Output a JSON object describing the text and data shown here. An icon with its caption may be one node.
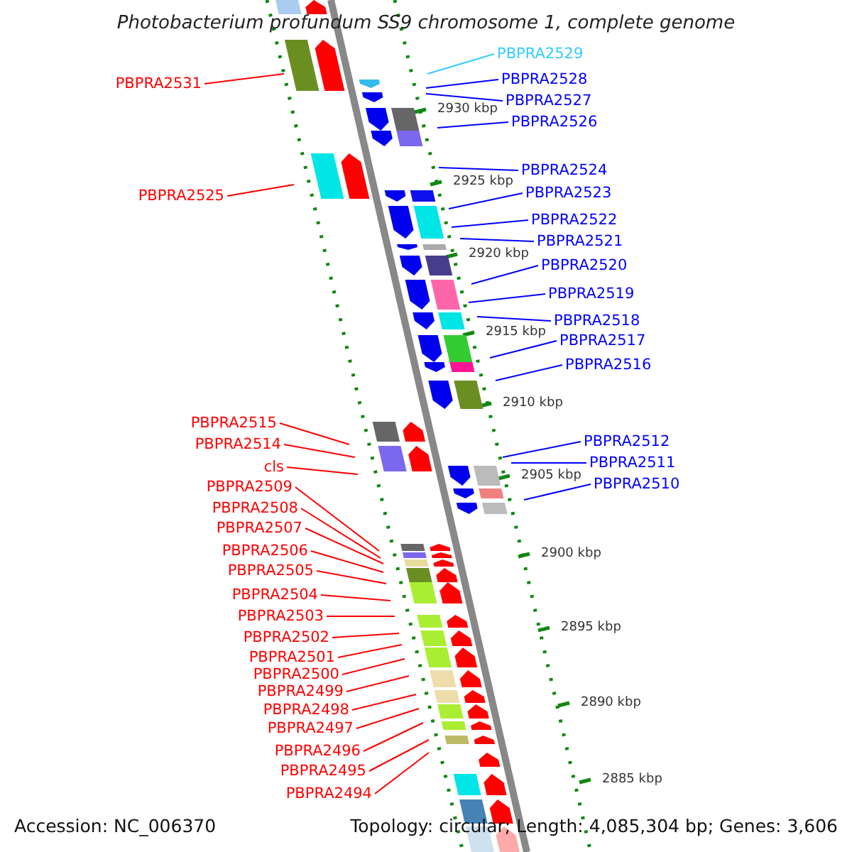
{
  "diagram": {
    "title": "Photobacterium profundum SS9 chromosome 1, complete genome",
    "nodes": [
      {
        "text": [
          "PBPRA2529"
        ]
      },
      {
        "text": [
          "PBPRA2528"
        ]
      },
      {
        "text": [
          "PBPRA2531"
        ]
      },
      {
        "text": [
          "PBPRA2527"
        ]
      },
      {
        "text": [
          "PBPRA2526"
        ]
      },
      {
        "text": [
          "PBPRA2524"
        ]
      },
      {
        "text": [
          "PBPRA2523"
        ]
      },
      {
        "text": [
          "PBPRA2525"
        ]
      },
      {
        "text": [
          "PBPRA2522"
        ]
      },
      {
        "text": [
          "PBPRA2521"
        ]
      },
      {
        "text": [
          "PBPRA2520"
        ]
      },
      {
        "text": [
          "PBPRA2519"
        ]
      },
      {
        "text": [
          "PBPRA2518"
        ]
      },
      {
        "text": [
          "PBPRA2517"
        ]
      },
      {
        "text": [
          "PBPRA2516"
        ]
      },
      {
        "text": [
          "PBPRA2515"
        ]
      },
      {
        "text": [
          "PBPRA2512"
        ]
      },
      {
        "text": [
          "PBPRA2514"
        ]
      },
      {
        "text": [
          "PBPRA2511"
        ]
      },
      {
        "text": [
          "cls"
        ]
      },
      {
        "text": [
          "PBPRA2510"
        ]
      },
      {
        "text": [
          "PBPRA2509"
        ]
      },
      {
        "text": [
          "PBPRA2508"
        ]
      },
      {
        "text": [
          "PBPRA2507"
        ]
      },
      {
        "text": [
          "PBPRA2506"
        ]
      },
      {
        "text": [
          "PBPRA2505"
        ]
      },
      {
        "text": [
          "PBPRA2504"
        ]
      },
      {
        "text": [
          "PBPRA2503"
        ]
      },
      {
        "text": [
          "PBPRA2502"
        ]
      },
      {
        "text": [
          "PBPRA2501"
        ]
      },
      {
        "text": [
          "PBPRA2500"
        ]
      },
      {
        "text": [
          "PBPRA2499"
        ]
      },
      {
        "text": [
          "PBPRA2498"
        ]
      },
      {
        "text": [
          "PBPRA2497"
        ]
      },
      {
        "text": [
          "PBPRA2496"
        ]
      },
      {
        "text": [
          "PBPRA2495"
        ]
      },
      {
        "text": [
          "PBPRA2494"
        ]
      }
    ],
    "edges": [
      {
        "from": 0,
        "to": null,
        "arrow": "none",
        "color": "#33ccff"
      },
      {
        "from": 1,
        "to": null,
        "arrow": "none",
        "color": "#0000ff"
      },
      {
        "from": 2,
        "to": null,
        "arrow": "none"
      },
      {
        "from": 3,
        "to": null,
        "arrow": "none",
        "color": "#0000ff"
      },
      {
        "from": 4,
        "to": null,
        "arrow": "none",
        "color": "#0000ff"
      },
      {
        "from": 5,
        "to": null,
        "arrow": "none",
        "color": "#0000ff"
      },
      {
        "from": 6,
        "to": null,
        "arrow": "none",
        "color": "#0000ff"
      },
      {
        "from": 7,
        "to": null,
        "arrow": "none"
      },
      {
        "from": 8,
        "to": null,
        "arrow": "none",
        "color": "#0000ff"
      },
      {
        "from": 9,
        "to": null,
        "arrow": "none",
        "color": "#0000ff"
      },
      {
        "from": 10,
        "to": null,
        "arrow": "none",
        "color": "#0000ff"
      },
      {
        "from": 11,
        "to": null,
        "arrow": "none",
        "color": "#0000ff"
      },
      {
        "from": 12,
        "to": null,
        "arrow": "none",
        "color": "#0000ff"
      },
      {
        "from": 13,
        "to": null,
        "arrow": "none",
        "color": "#0000ff"
      },
      {
        "from": 14,
        "to": null,
        "arrow": "none",
        "color": "#0000ff"
      },
      {
        "from": 15,
        "to": null,
        "arrow": "none"
      },
      {
        "from": 16,
        "to": null,
        "arrow": "none",
        "color": "#0000ff"
      },
      {
        "from": 17,
        "to": null,
        "arrow": "none"
      },
      {
        "from": 18,
        "to": null,
        "arrow": "none",
        "color": "#0000ff"
      },
      {
        "from": 19,
        "to": null,
        "arrow": "none"
      },
      {
        "from": 20,
        "to": null,
        "arrow": "none",
        "color": "#0000ff"
      },
      {
        "from": 21,
        "to": null,
        "arrow": "none"
      },
      {
        "from": 22,
        "to": null,
        "arrow": "none"
      },
      {
        "from": 23,
        "to": null,
        "arrow": "none"
      },
      {
        "from": 24,
        "to": null,
        "arrow": "none"
      },
      {
        "from": 25,
        "to": null,
        "arrow": "none"
      },
      {
        "from": 26,
        "to": null,
        "arrow": "none"
      },
      {
        "from": 27,
        "to": null,
        "arrow": "none"
      },
      {
        "from": 28,
        "to": null,
        "arrow": "none"
      },
      {
        "from": 29,
        "to": null,
        "arrow": "none"
      },
      {
        "from": 30,
        "to": null,
        "arrow": "none"
      },
      {
        "from": 31,
        "to": null,
        "arrow": "none"
      },
      {
        "from": 32,
        "to": null,
        "arrow": "none"
      },
      {
        "from": 33,
        "to": null,
        "arrow": "none"
      },
      {
        "from": 34,
        "to": null,
        "arrow": "none"
      },
      {
        "from": 35,
        "to": null,
        "arrow": "none"
      },
      {
        "from": 36,
        "to": null,
        "arrow": "none"
      }
    ],
    "labels": [
      "2930 kbp",
      "2925 kbp",
      "2920 kbp",
      "2915 kbp",
      "2910 kbp",
      "2905 kbp",
      "2900 kbp",
      "2895 kbp",
      "2890 kbp",
      "2885 kbp",
      "Accession: NC_006370",
      "Topology: circular; Length: 4,085,304 bp; Genes: 3,606"
    ]
  }
}
